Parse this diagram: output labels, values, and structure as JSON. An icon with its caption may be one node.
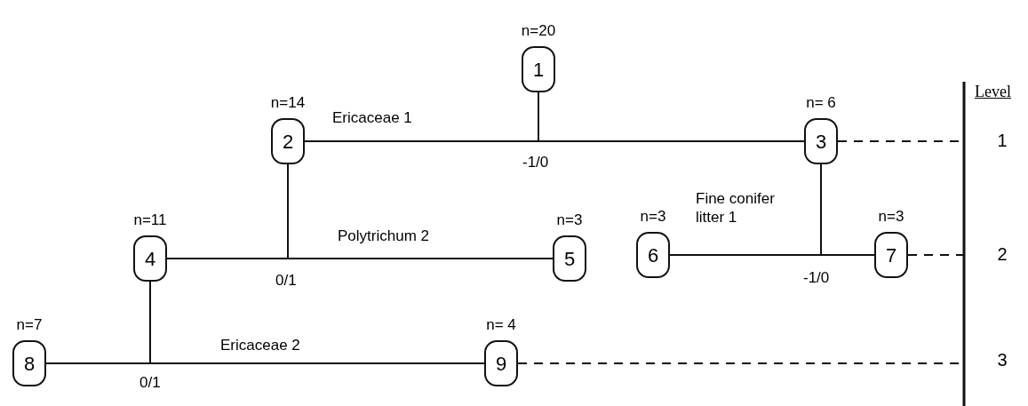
{
  "diagram": {
    "nodes": [
      {
        "text": [
          "1"
        ],
        "beside": [
          "n=20"
        ]
      },
      {
        "text": [
          "2"
        ],
        "beside": [
          "n=14"
        ]
      },
      {
        "text": [
          "3"
        ],
        "beside": [
          "n= 6"
        ]
      },
      {
        "text": [
          "4"
        ],
        "beside": [
          "n=11"
        ]
      },
      {
        "text": [
          "5"
        ],
        "beside": [
          "n=3"
        ]
      },
      {
        "text": [
          "6"
        ],
        "beside": [
          "n=3"
        ]
      },
      {
        "text": [
          "7"
        ],
        "beside": [
          "n=3"
        ]
      },
      {
        "text": [
          "8"
        ],
        "beside": [
          "n=7"
        ]
      },
      {
        "text": [
          "9"
        ],
        "beside": [
          "n= 4"
        ]
      }
    ],
    "edges": [
      {
        "from": 0,
        "to": 1,
        "arrow": "none"
      },
      {
        "from": 0,
        "to": 2,
        "arrow": "none"
      },
      {
        "from": 1,
        "to": 3,
        "arrow": "none"
      },
      {
        "from": 1,
        "to": 4,
        "arrow": "none"
      },
      {
        "from": 2,
        "to": 5,
        "arrow": "none"
      },
      {
        "from": 2,
        "to": 6,
        "arrow": "none"
      },
      {
        "from": 3,
        "to": 7,
        "arrow": "none"
      },
      {
        "from": 3,
        "to": 8,
        "arrow": "none"
      },
      {
        "from": 2,
        "to": null,
        "arrow": "none",
        "style": "dashed"
      },
      {
        "from": 6,
        "to": null,
        "arrow": "none",
        "style": "dashed"
      },
      {
        "from": 8,
        "to": null,
        "arrow": "none",
        "style": "dashed"
      }
    ],
    "labels": [
      "Ericaceae 1",
      "-1/0",
      "Polytrichum 2",
      "0/1",
      "Fine conifer litter 1",
      "-1/0",
      "Ericaceae 2",
      "0/1",
      "Level",
      "1",
      "2",
      "3"
    ]
  }
}
